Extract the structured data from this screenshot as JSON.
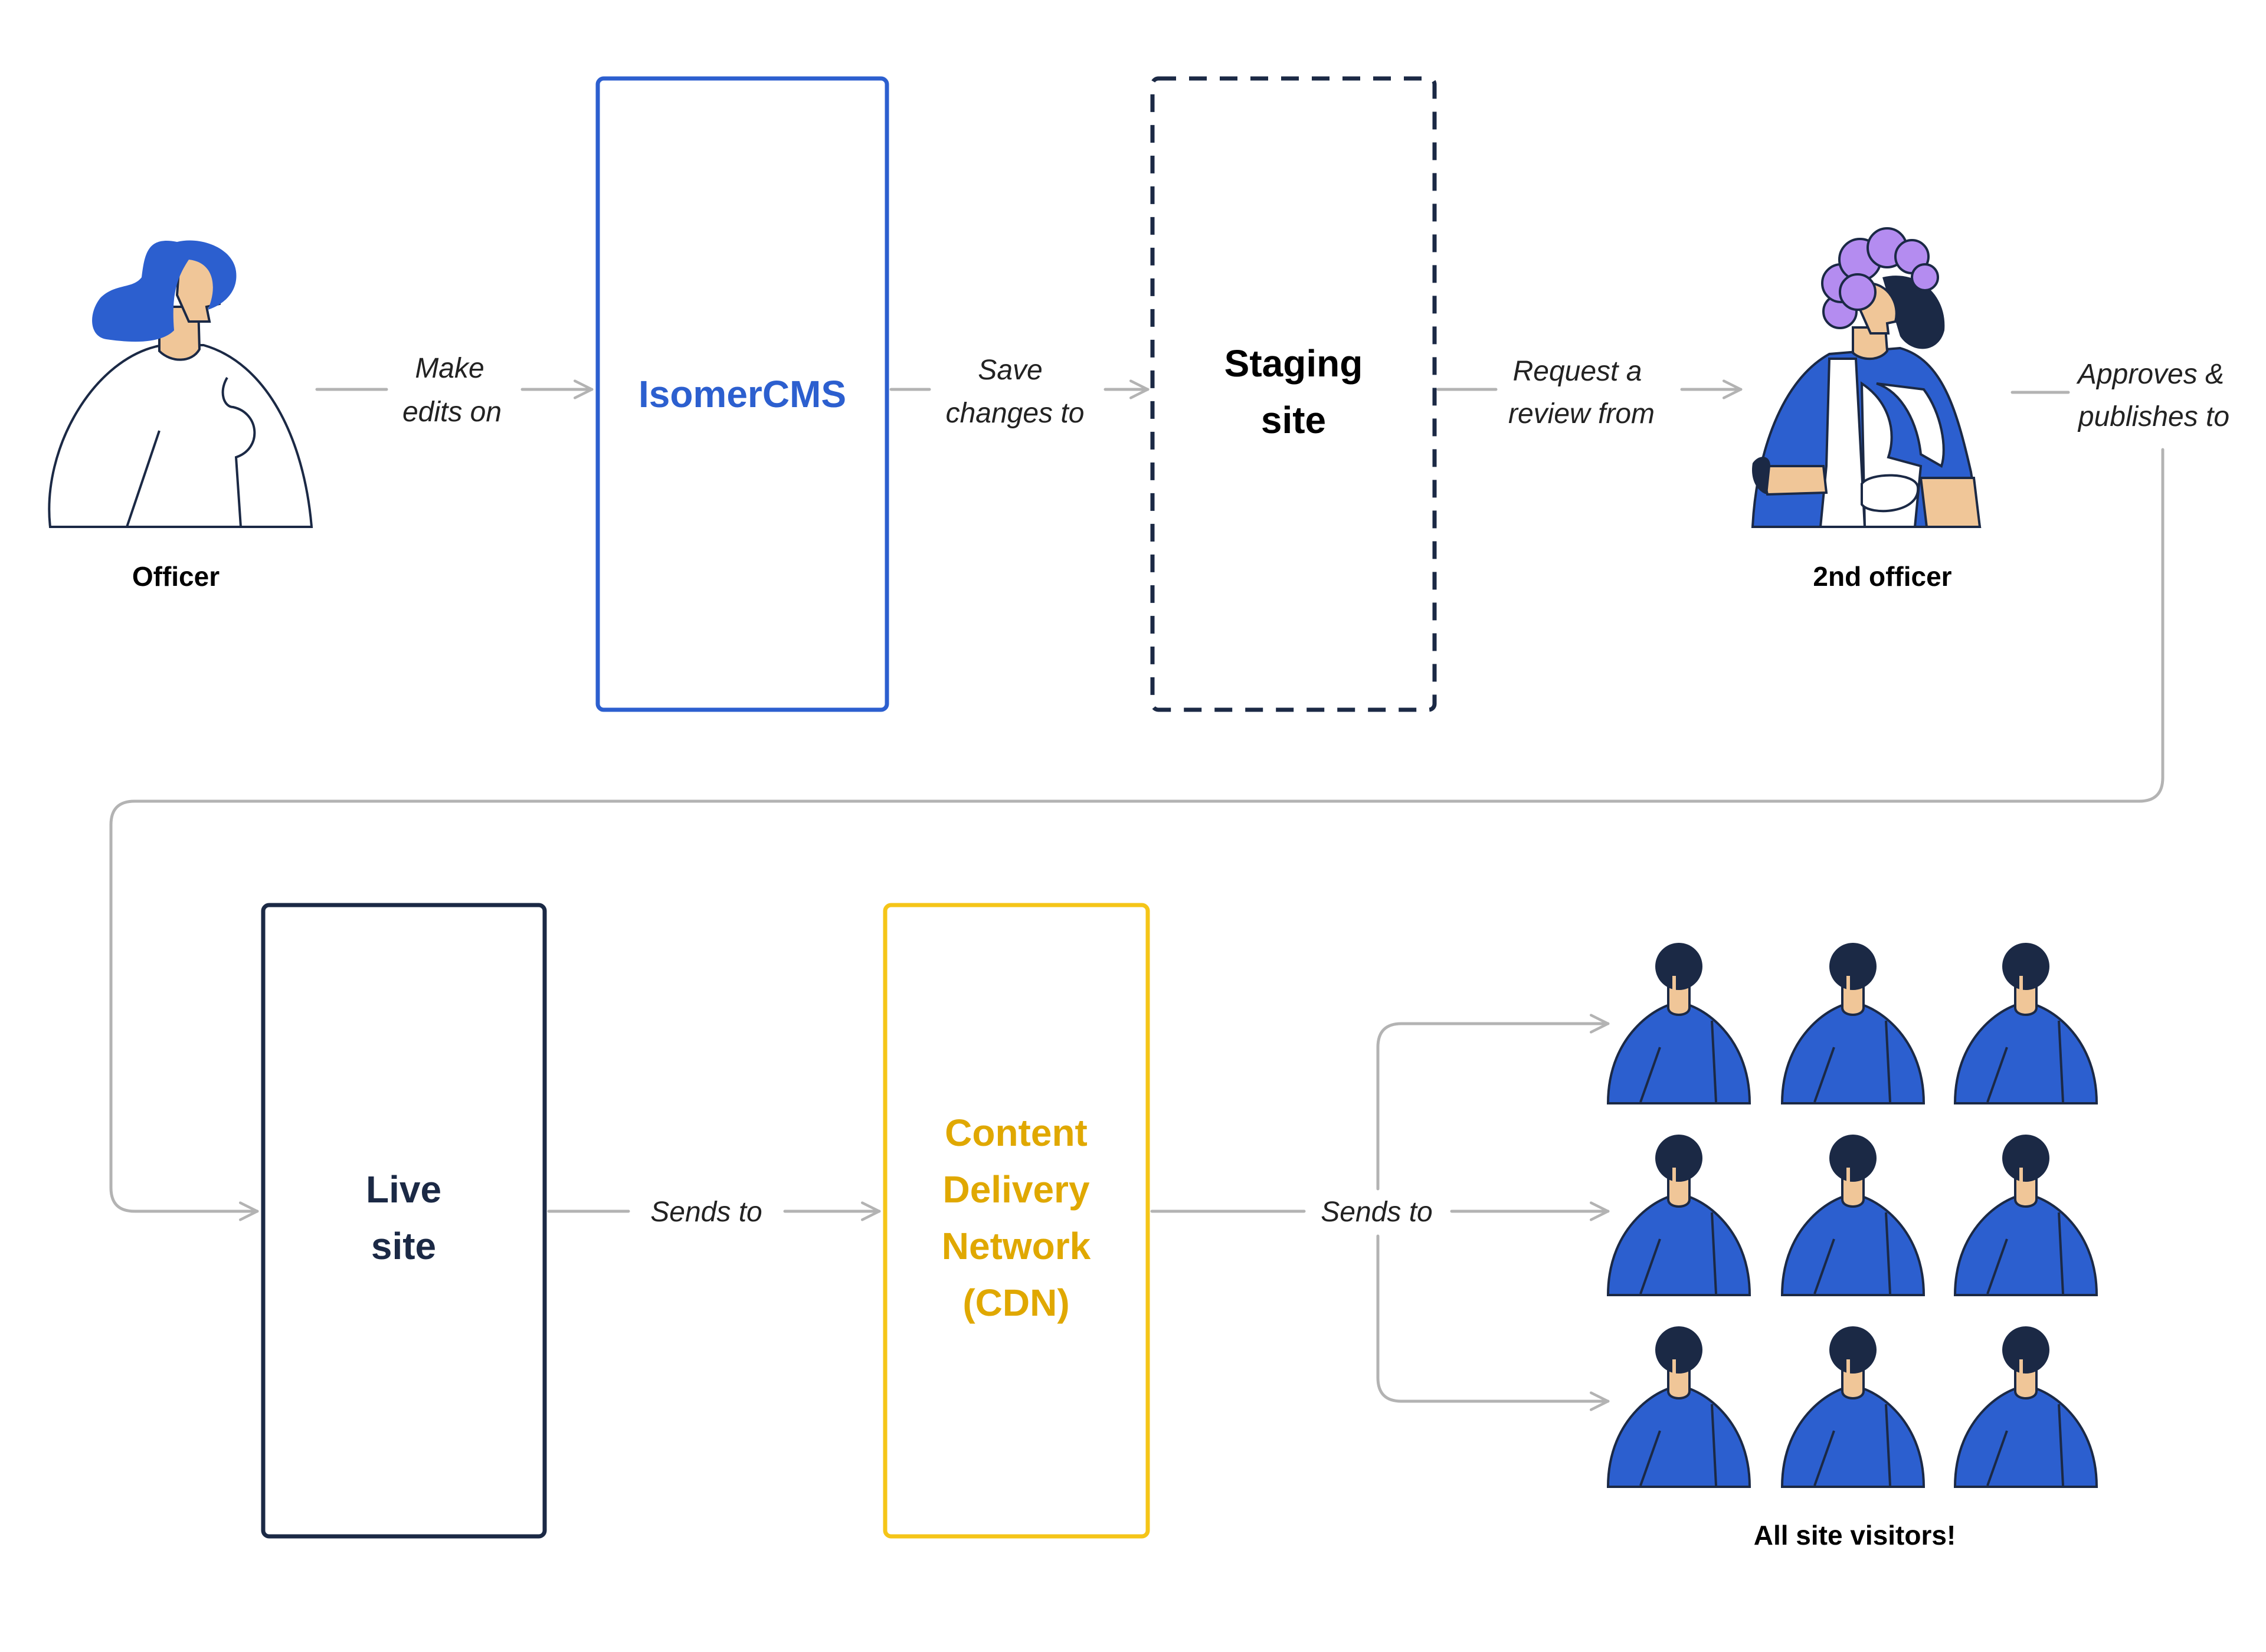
{
  "nodes": {
    "officer": {
      "caption": "Officer"
    },
    "isomercms": {
      "label": "IsomerCMS"
    },
    "staging": {
      "line1": "Staging",
      "line2": "site"
    },
    "second_officer": {
      "caption": "2nd officer"
    },
    "live": {
      "line1": "Live",
      "line2": "site"
    },
    "cdn": {
      "line1": "Content",
      "line2": "Delivery",
      "line3": "Network",
      "line4": "(CDN)"
    },
    "visitors": {
      "caption": "All site visitors!"
    }
  },
  "edges": {
    "make_edits_on": {
      "line1": "Make",
      "line2": "edits on"
    },
    "save_changes_to": {
      "line1": "Save",
      "line2": "changes to"
    },
    "request_review_from": {
      "line1": "Request a",
      "line2": "review from"
    },
    "approves_publishes_to": {
      "line1": "Approves &",
      "line2": "publishes to"
    },
    "sends_to_cdn": {
      "label": "Sends to"
    },
    "sends_to_visitors": {
      "label": "Sends to"
    }
  },
  "colors": {
    "isomer_blue": "#2c5fcf",
    "navy": "#1b2945",
    "cdn_yellow": "#f5c518",
    "cdn_text": "#e0a800",
    "connector_grey": "#b3b3b3",
    "skin": "#f0c698",
    "visitor_blue": "#2c5fcf",
    "hair_purple": "#b48cf0"
  },
  "icons": {
    "officer": "woman-officer-icon",
    "second_officer": "reviewer-officer-icon",
    "visitor": "site-visitor-icon"
  }
}
